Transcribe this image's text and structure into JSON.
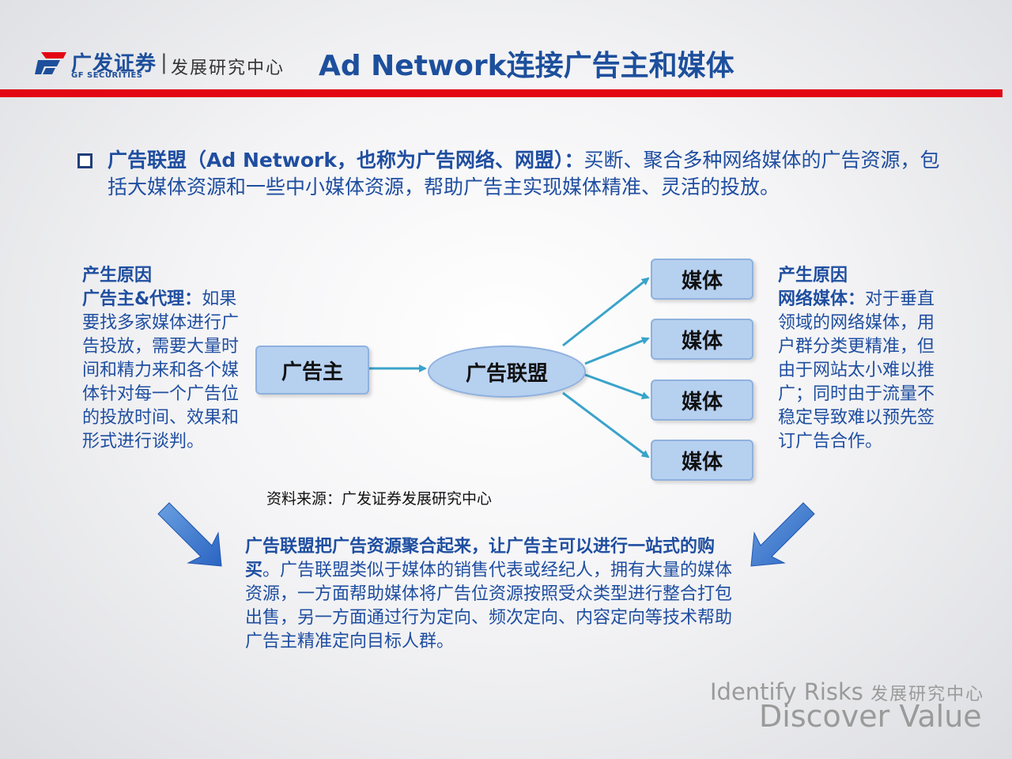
{
  "header": {
    "logo_cn": "广发证券",
    "logo_en": "GF SECURITIES",
    "separator": "|",
    "dept": "发展研究中心",
    "title": "Ad Network连接广告主和媒体"
  },
  "intro": {
    "bold": "广告联盟（Ad Network，也称为广告网络、网盟）：",
    "text": "买断、聚合多种网络媒体的广告资源，包括大媒体资源和一些中小媒体资源，帮助广告主实现媒体精准、灵活的投放。"
  },
  "left_panel": {
    "heading": "产生原因",
    "bold": "广告主&代理：",
    "text": "如果要找多家媒体进行广告投放，需要大量时间和精力来和各个媒体针对每一个广告位的投放时间、效果和形式进行谈判。"
  },
  "right_panel": {
    "heading": "产生原因",
    "bold": "网络媒体：",
    "text": "对于垂直领域的网络媒体，用户群分类更精准，但由于网站太小难以推广；同时由于流量不稳定导致难以预先签订广告合作。"
  },
  "diagram": {
    "advertiser": "广告主",
    "network": "广告联盟",
    "media": [
      "媒体",
      "媒体",
      "媒体",
      "媒体"
    ],
    "arrow_color": "#3aa3c9"
  },
  "source": "资料来源：广发证券发展研究中心",
  "summary": {
    "bold": "广告联盟把广告资源聚合起来，让广告主可以进行一站式的购买",
    "text": "。广告联盟类似于媒体的销售代表或经纪人，拥有大量的媒体资源，一方面帮助媒体将广告位资源按照受众类型进行整合打包出售，另一方面通过行为定向、频次定向、内容定向等技术帮助广告主精准定向目标人群。"
  },
  "watermark": {
    "line1_en": "Identify Risks",
    "line1_cn": "发展研究中心",
    "line2": "Discover Value"
  },
  "colors": {
    "brand_blue": "#1d4f9c",
    "accent_red": "#e30613",
    "node_fill": "#b6d0f0"
  }
}
